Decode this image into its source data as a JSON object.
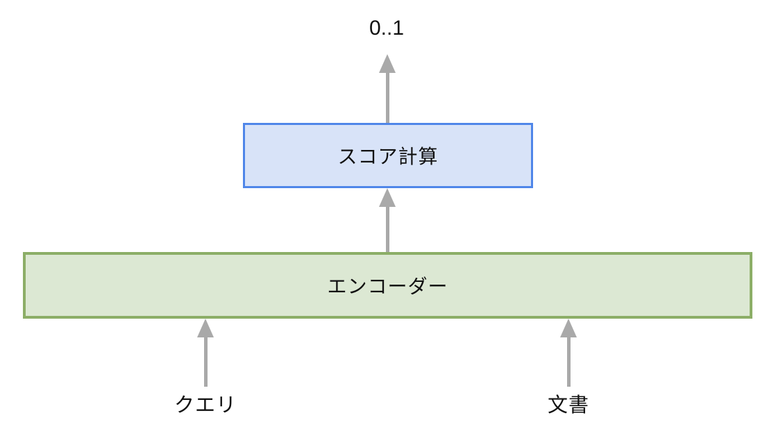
{
  "diagram": {
    "title_semantic": "cross-encoder-scoring-architecture",
    "output_label": "0..1",
    "score_box_label": "スコア計算",
    "encoder_box_label": "エンコーダー",
    "input_labels": {
      "left": "クエリ",
      "right": "文書"
    },
    "colors": {
      "score_fill": "#d8e3f8",
      "score_border": "#4f86e9",
      "encoder_fill": "#dce8d3",
      "encoder_border": "#8cae67",
      "arrow": "#a9a9a9",
      "text": "#111111",
      "background": "#ffffff"
    }
  }
}
